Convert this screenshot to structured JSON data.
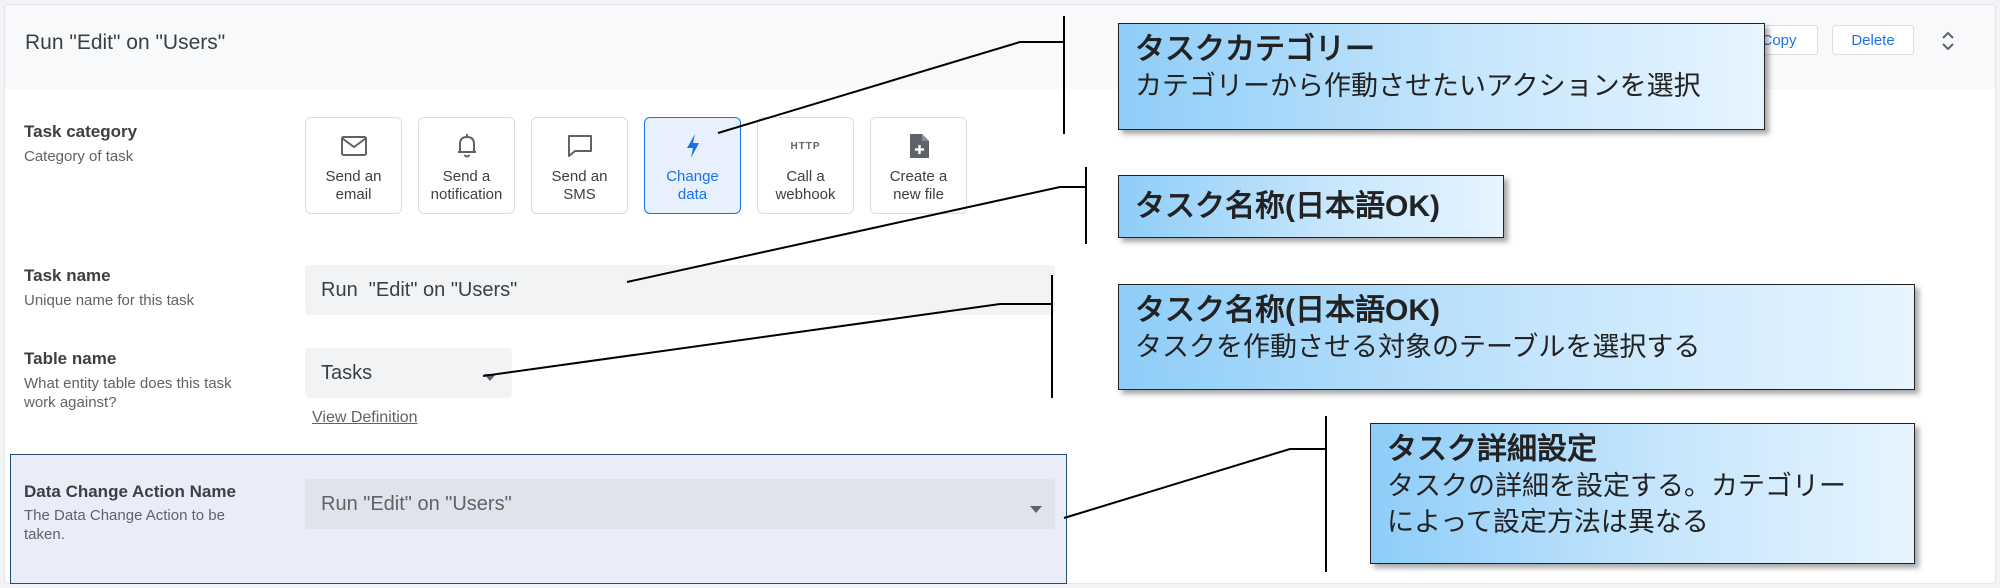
{
  "header": {
    "title": "Run \"Edit\" on \"Users\"",
    "copy_label": "Copy",
    "delete_label": "Delete"
  },
  "task_category": {
    "label": "Task category",
    "help": "Category of task",
    "options": [
      {
        "line1": "Send an",
        "line2": "email",
        "icon": "mail-icon",
        "selected": false
      },
      {
        "line1": "Send a",
        "line2": "notification",
        "icon": "bell-icon",
        "selected": false
      },
      {
        "line1": "Send an",
        "line2": "SMS",
        "icon": "chat-bubble-icon",
        "selected": false
      },
      {
        "line1": "Change",
        "line2": "data",
        "icon": "lightning-icon",
        "selected": true
      },
      {
        "line1": "Call a",
        "line2": "webhook",
        "icon": "http-icon",
        "glyph": "HTTP",
        "selected": false
      },
      {
        "line1": "Create a",
        "line2": "new file",
        "icon": "file-plus-icon",
        "selected": false
      }
    ]
  },
  "task_name": {
    "label": "Task name",
    "help": "Unique name for this task",
    "value": "Run  \"Edit\" on \"Users\""
  },
  "table_name": {
    "label": "Table name",
    "help_line1": "What entity table does this task",
    "help_line2": "work against?",
    "value": "Tasks",
    "view_definition": "View Definition"
  },
  "data_change": {
    "label": "Data Change Action Name",
    "help_line1": "The Data Change Action to be",
    "help_line2": "taken.",
    "value": "Run \"Edit\" on \"Users\""
  },
  "callouts": [
    {
      "title": "タスクカテゴリー",
      "sub": "カテゴリーから作動させたいアクションを選択"
    },
    {
      "title": "タスク名称(日本語OK)"
    },
    {
      "title": "タスク名称(日本語OK)",
      "sub": "タスクを作動させる対象のテーブルを選択する"
    },
    {
      "title": "タスク詳細設定",
      "sub1": "タスクの詳細を設定する。カテゴリー",
      "sub2": "によって設定方法は異なる"
    }
  ],
  "colors": {
    "accent": "#1a73e8",
    "selected_bg": "#e8f0fe",
    "input_bg": "#f1f3f4",
    "highlight_border": "#1f4e79",
    "callout_gradient_start": "#8ecdf8"
  }
}
